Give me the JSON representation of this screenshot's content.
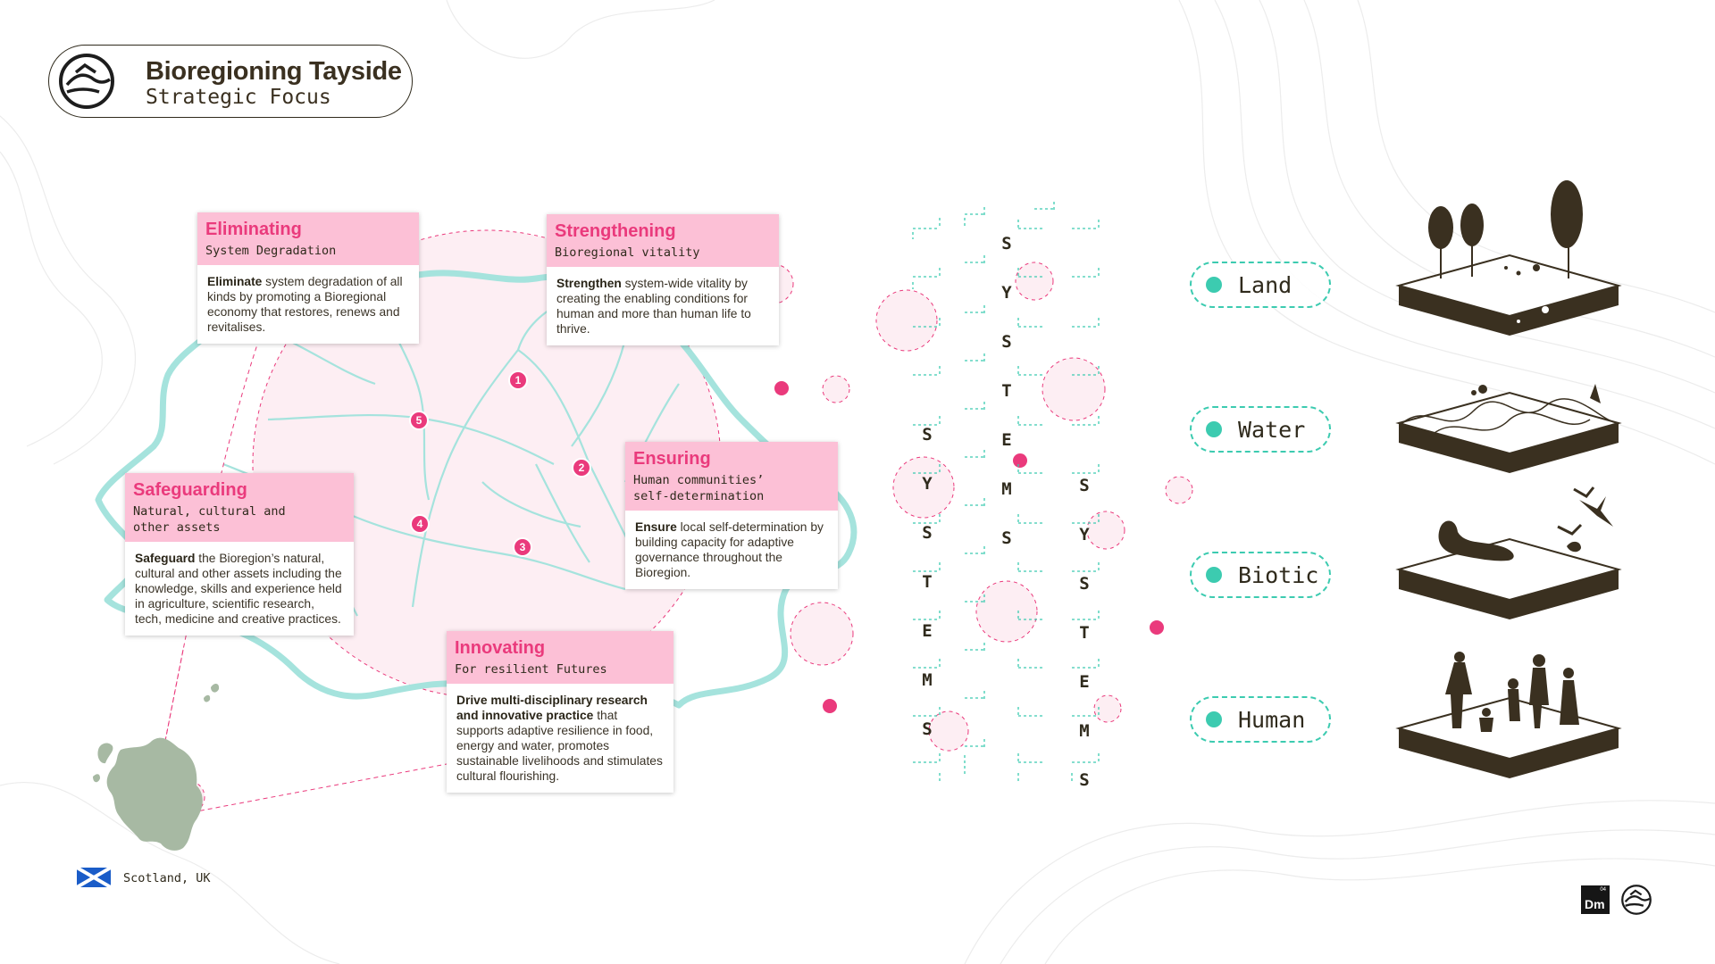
{
  "header": {
    "title": "Bioregioning Tayside",
    "subtitle": "Strategic Focus"
  },
  "cards": [
    {
      "title": "Eliminating",
      "subtitle": "System Degradation",
      "lead": "Eliminate",
      "text": " system degradation of all kinds by promoting a Bioregional economy that restores, renews and revitalises."
    },
    {
      "title": "Strengthening",
      "subtitle": "Bioregional vitality",
      "lead": "Strengthen",
      "text": " system-wide vitality by creating the enabling conditions for human and more than human life to thrive."
    },
    {
      "title": "Ensuring",
      "subtitle": "Human communities’\nself-determination",
      "lead": "Ensure",
      "text": " local self-determination by building capacity for adaptive governance throughout the Bioregion."
    },
    {
      "title": "Safeguarding",
      "subtitle": "Natural, cultural and\nother assets",
      "lead": "Safeguard",
      "text": " the Bioregion’s natural, cultural and other assets including the knowledge, skills and experience held in agriculture, scientific research, tech, medicine and creative practices."
    },
    {
      "title": "Innovating",
      "subtitle": "For resilient Futures",
      "lead": "Drive multi-disciplinary research and innovative practice",
      "text": " that supports adaptive resilience in food, energy and water, promotes sustainable livelihoods and stimulates cultural flourishing."
    }
  ],
  "pins": [
    "1",
    "2",
    "3",
    "4",
    "5"
  ],
  "systems_word": "SYSTEMS",
  "categories": [
    "Land",
    "Water",
    "Biotic",
    "Human"
  ],
  "footer": {
    "location": "Scotland, UK",
    "badge": "Dm",
    "badge_num": "04"
  },
  "colors": {
    "accent_pink": "#ea3a7c",
    "card_header": "#fcc0d6",
    "teal": "#3ccbb0",
    "river": "#a5e3dd",
    "dark": "#2f2a1c"
  }
}
